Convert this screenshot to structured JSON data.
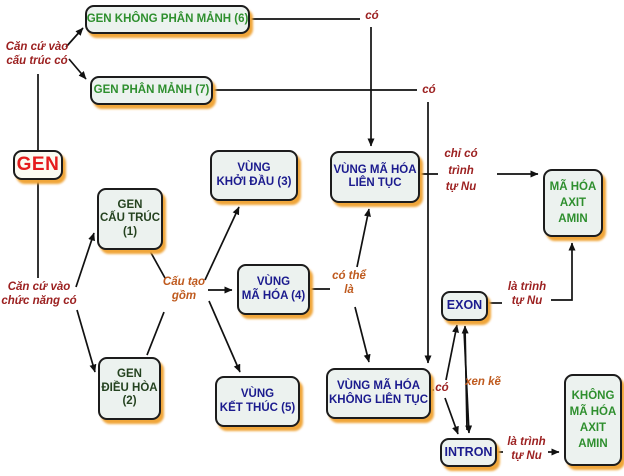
{
  "diagram": {
    "nodes": {
      "gen": {
        "label": "GEN"
      },
      "khong_phan_manh": {
        "label": "GEN KHÔNG PHÂN MẢNH (6)"
      },
      "phan_manh": {
        "label": "GEN PHÂN MẢNH (7)"
      },
      "cau_truc": {
        "lines": [
          "GEN",
          "CẤU TRÚC",
          "(1)"
        ]
      },
      "dieu_hoa": {
        "lines": [
          "GEN",
          "ĐIỀU HÒA",
          "(2)"
        ]
      },
      "khoi_dau": {
        "lines": [
          "VÙNG",
          "KHỞI ĐẦU (3)"
        ]
      },
      "ma_hoa": {
        "lines": [
          "VÙNG",
          "MÃ HÓA (4)"
        ]
      },
      "ket_thuc": {
        "lines": [
          "VÙNG",
          "KẾT THÚC (5)"
        ]
      },
      "lien_tuc": {
        "lines": [
          "VÙNG MÃ HÓA",
          "LIÊN TỤC"
        ]
      },
      "khong_lien_tuc": {
        "lines": [
          "VÙNG MÃ HÓA",
          "KHÔNG LIÊN TỤC"
        ]
      },
      "ma_hoa_axit_amin": {
        "lines": [
          "MÃ HÓA",
          "AXIT",
          "AMIN"
        ]
      },
      "exon": {
        "label": "EXON"
      },
      "intron": {
        "label": "INTRON"
      },
      "khong_ma_hoa_axit_amin": {
        "lines": [
          "KHÔNG",
          "MÃ HÓA",
          "AXIT",
          "AMIN"
        ]
      }
    },
    "edge_labels": {
      "can_cu_cau_truc": {
        "lines": [
          "Căn cứ vào",
          "cấu trúc có"
        ]
      },
      "can_cu_chuc_nang": {
        "lines": [
          "Căn cứ vào",
          "chức năng có"
        ]
      },
      "cau_tao_gom": {
        "lines": [
          "Cấu tạo",
          "gồm"
        ]
      },
      "co_top": "có",
      "co_mid": "có",
      "co_exon_intron": "có",
      "chi_co": {
        "lines": [
          "chỉ có",
          "trình",
          "tự Nu"
        ]
      },
      "co_the_la": {
        "lines": [
          "có thể",
          "là"
        ]
      },
      "la_trinh_tu_nu_exon": {
        "lines": [
          "là trình",
          "tự Nu"
        ]
      },
      "la_trinh_tu_nu_intron": {
        "lines": [
          "là trình",
          "tự Nu"
        ]
      },
      "xen_ke": "xen kẽ"
    },
    "colors": {
      "node_green": "#2e8f2e",
      "node_navy": "#1b1b8e",
      "node_dark_green": "#24421f",
      "gen_red": "#e51c1c",
      "label_red": "#9c2121",
      "label_orange": "#bf5a1e",
      "box_fill": "#ecf2ef",
      "box_border": "#1c1c1c",
      "box_shadow": "#f0a63a",
      "background": "#ffffff"
    }
  }
}
